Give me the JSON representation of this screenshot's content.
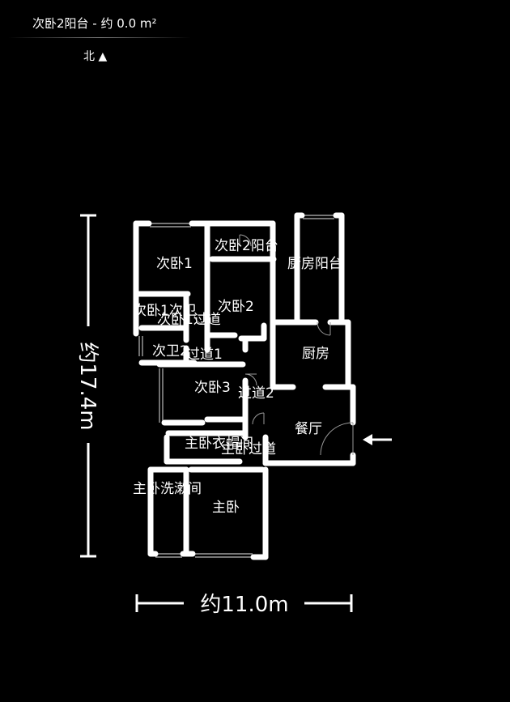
{
  "header": {
    "title": "次卧2阳台 - 约 0.0 m²",
    "compass": "北 ▲"
  },
  "plan": {
    "rooms": [
      {
        "key": "bedroom2_1",
        "label": "次卧1"
      },
      {
        "key": "bedroom2_balcony",
        "label": "次卧2阳台"
      },
      {
        "key": "kitchen_balcony",
        "label": "厨房阳台"
      },
      {
        "key": "bedroom2_2",
        "label": "次卧2"
      },
      {
        "key": "bedroom1_bath",
        "label": "次卧1次卫"
      },
      {
        "key": "bedroom1_corridor",
        "label": "次卧1过道"
      },
      {
        "key": "kitchen",
        "label": "厨房"
      },
      {
        "key": "second_bath",
        "label": "次卫2"
      },
      {
        "key": "corridor1",
        "label": "过道1"
      },
      {
        "key": "bedroom2_3",
        "label": "次卧3"
      },
      {
        "key": "corridor2",
        "label": "过道2"
      },
      {
        "key": "dining",
        "label": "餐厅"
      },
      {
        "key": "master_closet",
        "label": "主卧衣帽间"
      },
      {
        "key": "master_corridor",
        "label": "主卧过道"
      },
      {
        "key": "master_bath",
        "label": "主卧洗漱间"
      },
      {
        "key": "master",
        "label": "主卧"
      }
    ],
    "height_label": "约17.4m",
    "width_label": "约11.0m",
    "entrance": "arrow-left-icon"
  }
}
